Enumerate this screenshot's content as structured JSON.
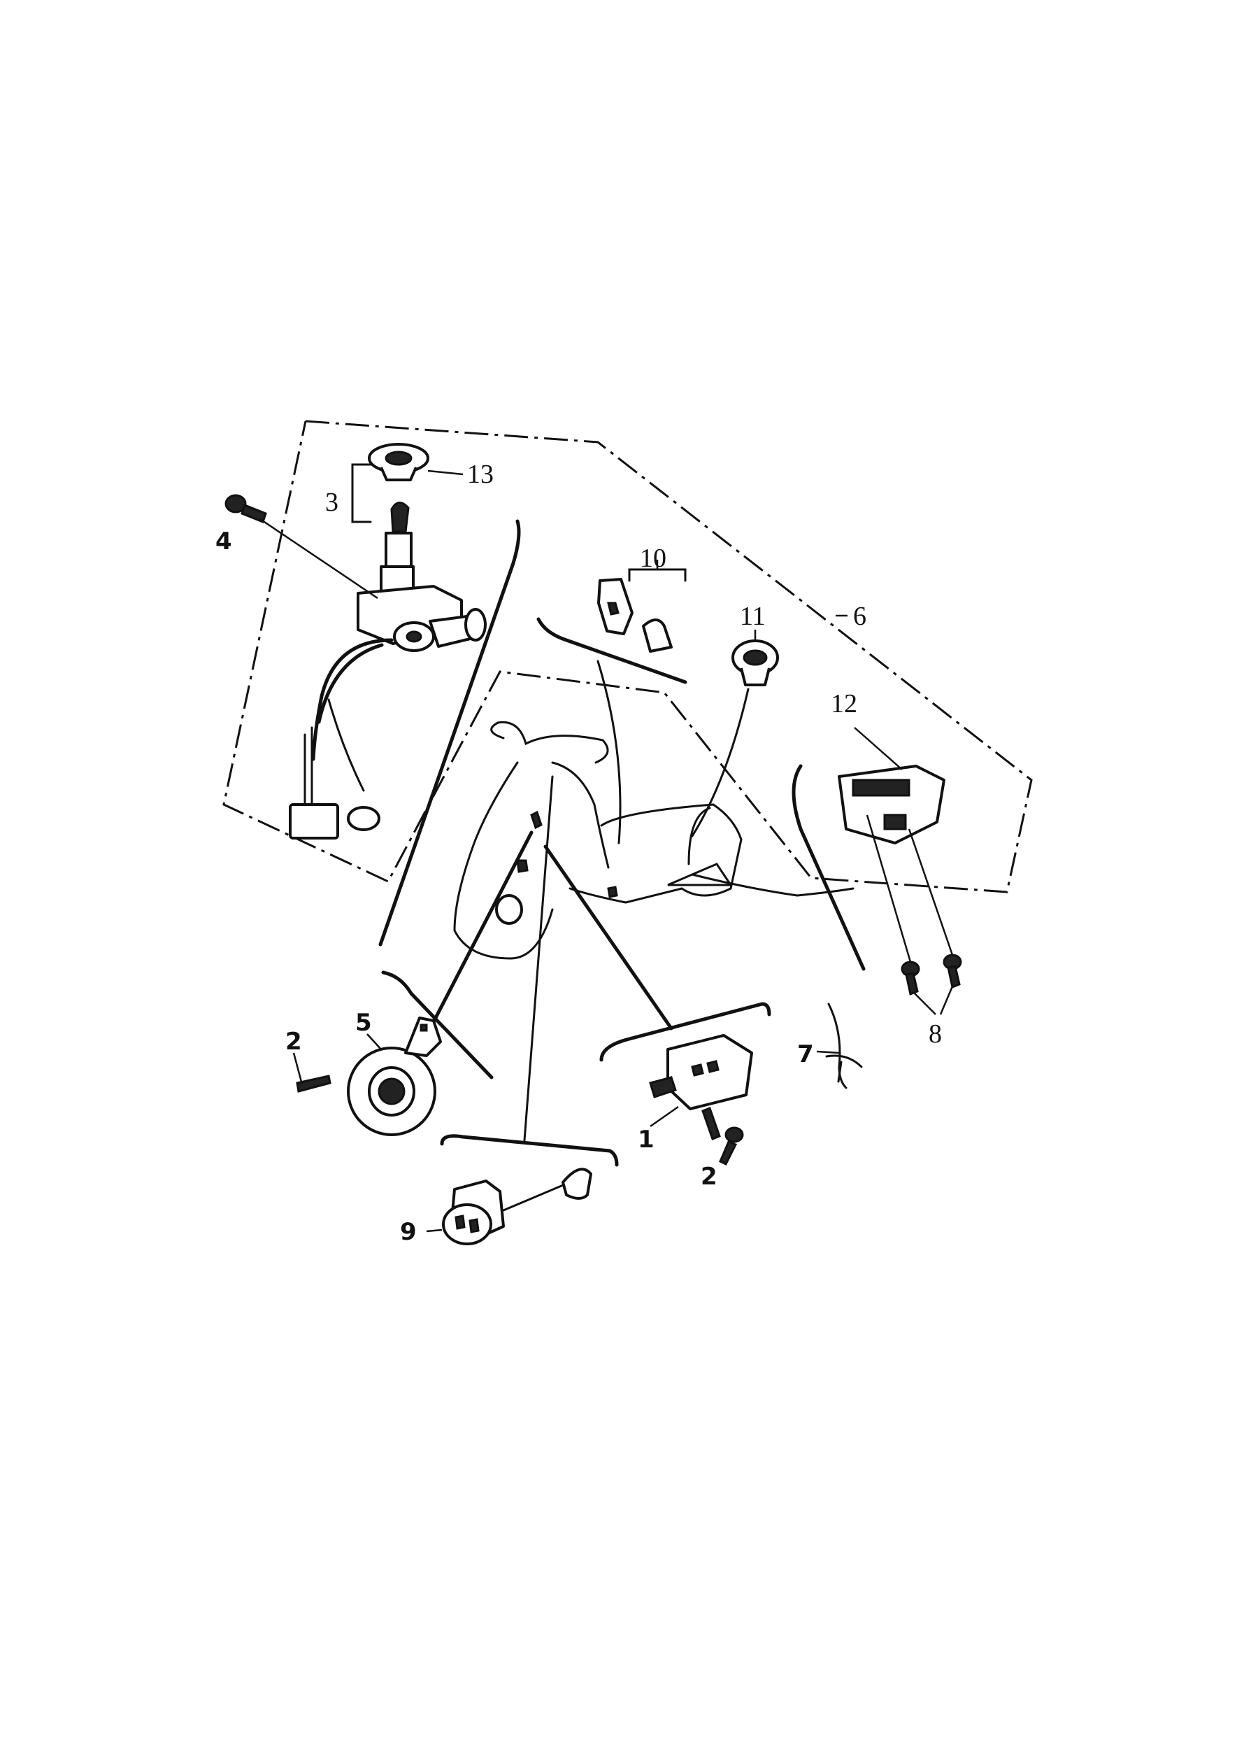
{
  "diagram": {
    "callouts": {
      "p1": "1",
      "p2a": "2",
      "p2b": "2",
      "p3": "3",
      "p4": "4",
      "p5": "5",
      "p6": "6",
      "p7": "7",
      "p8": "8",
      "p9": "9",
      "p10": "10",
      "p11": "11",
      "p12": "12",
      "p13": "13"
    },
    "components": [
      "ignition-switch-assembly",
      "horn",
      "relay",
      "starter-relay",
      "scooter-body-outline",
      "wiring-harness",
      "screws",
      "key-cap",
      "indicator-flasher",
      "connector-clip"
    ]
  }
}
